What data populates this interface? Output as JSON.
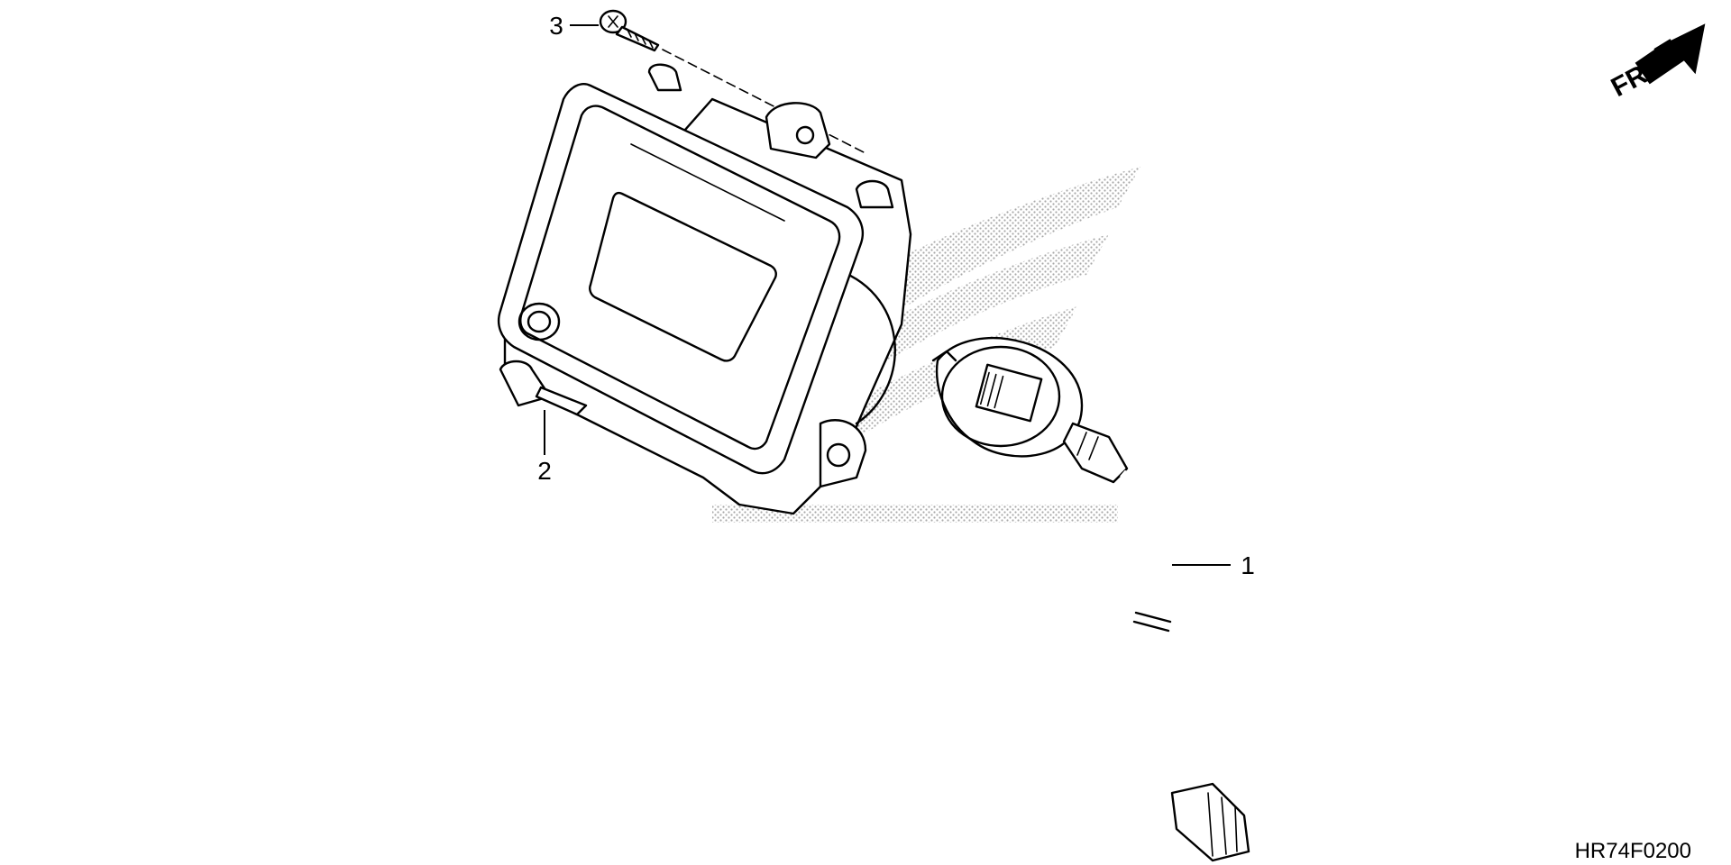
{
  "callouts": {
    "item_1": "1",
    "item_2": "2",
    "item_3": "3"
  },
  "direction_arrow": {
    "label": "FR."
  },
  "diagram_code": "HR74F0200",
  "colors": {
    "line": "#000000",
    "background": "#ffffff",
    "watermark": "#9a9a9a"
  }
}
